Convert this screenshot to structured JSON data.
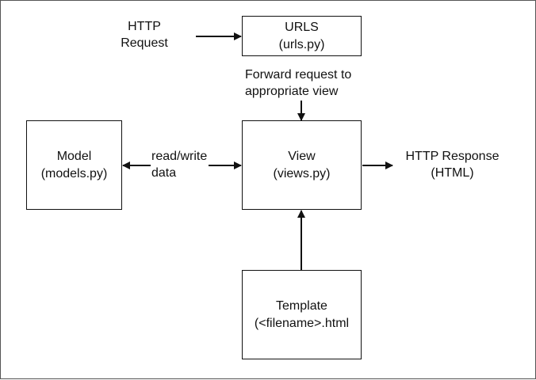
{
  "diagram": {
    "nodes": {
      "urls": {
        "line1": "URLS",
        "line2": "(urls.py)"
      },
      "view": {
        "line1": "View",
        "line2": "(views.py)"
      },
      "model": {
        "line1": "Model",
        "line2": "(models.py)"
      },
      "template": {
        "line1": "Template",
        "line2": "(<filename>.html"
      }
    },
    "labels": {
      "http_request": {
        "line1": "HTTP",
        "line2": "Request"
      },
      "forward": {
        "line1": "Forward request to",
        "line2": "appropriate view"
      },
      "read_write": {
        "line1": "read/write",
        "line2": "data"
      },
      "http_response": {
        "line1": "HTTP Response",
        "line2": "(HTML)"
      }
    },
    "colors": {
      "stroke": "#111111",
      "frame": "#555555",
      "background": "#ffffff"
    }
  }
}
